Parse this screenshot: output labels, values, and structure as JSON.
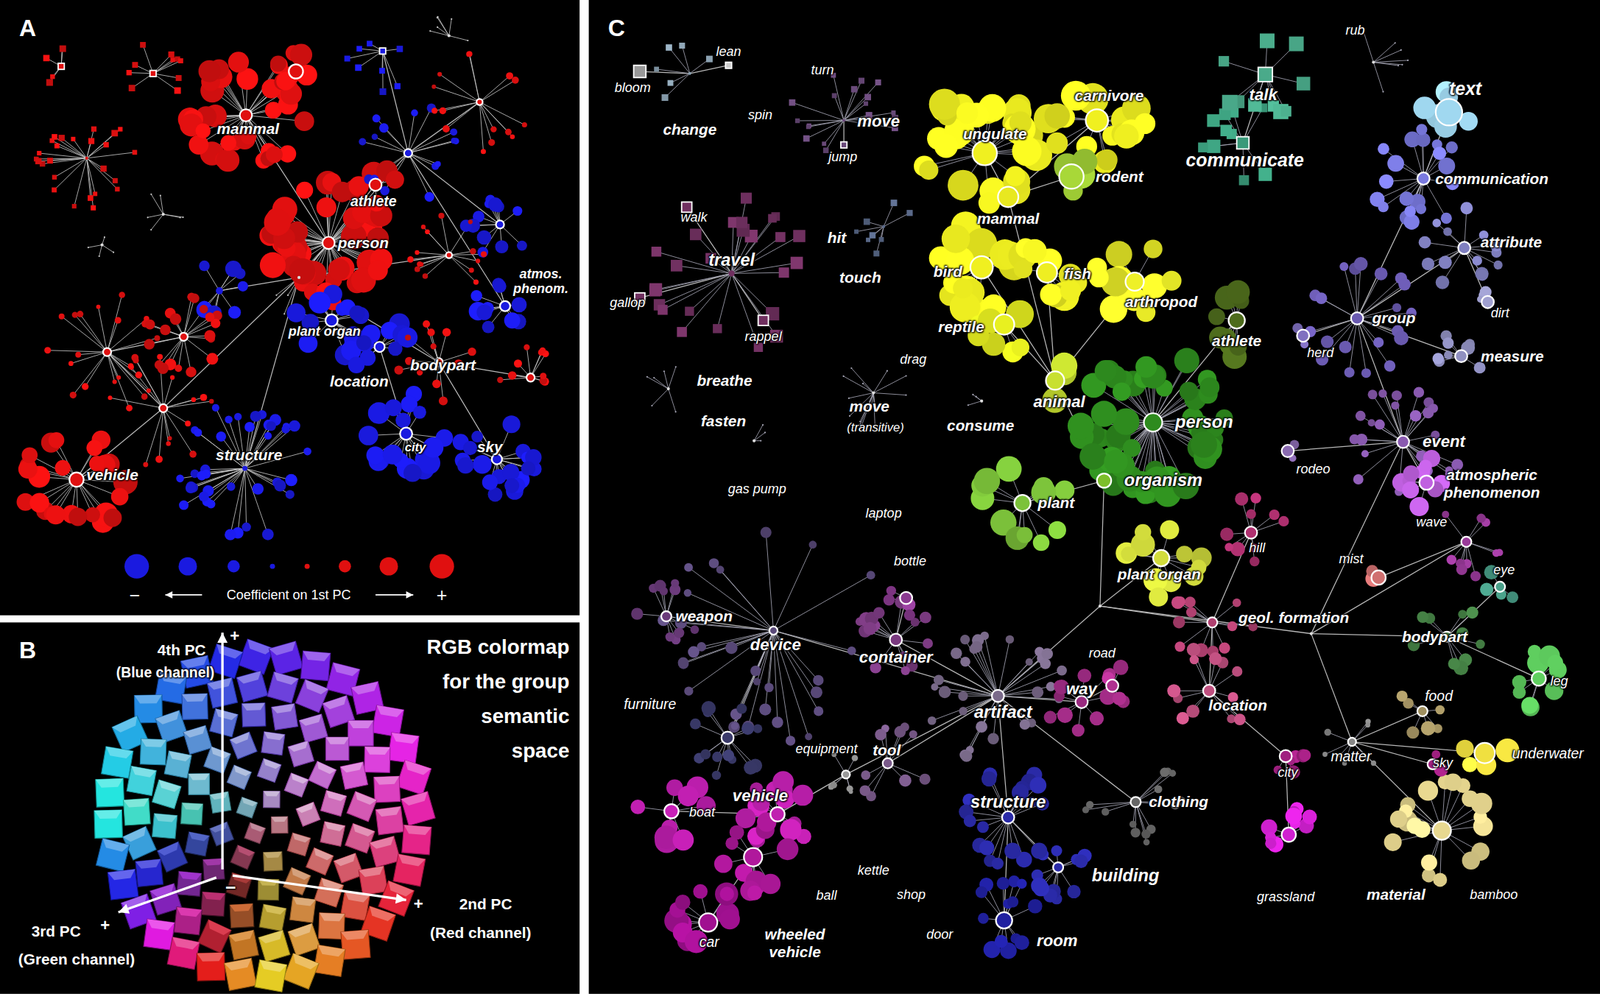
{
  "diagram": {
    "nodes": [
      {
        "text": [
          "A"
        ]
      },
      {
        "text": [
          "B"
        ]
      },
      {
        "text": [
          "C"
        ]
      }
    ],
    "labels": [
      "mammal",
      "athlete",
      "person",
      "atmos. phenom.",
      "plant organ",
      "bodypart",
      "location",
      "city",
      "sky",
      "structure",
      "vehicle",
      "−",
      "Coefficient on 1st PC",
      "+",
      "+",
      "4th PC",
      "(Blue channel)",
      "RGB colormap for the group semantic space",
      "−",
      "+",
      "2nd PC",
      "(Red channel)",
      "+",
      "3rd PC",
      "(Green channel)",
      "bloom",
      "lean",
      "change",
      "turn",
      "spin",
      "move",
      "jump",
      "carnivore",
      "talk",
      "rub",
      "text",
      "ungulate",
      "communicate",
      "rodent",
      "communication",
      "mammal",
      "walk",
      "hit",
      "attribute",
      "travel",
      "bird",
      "fish",
      "touch",
      "arthropod",
      "gallop",
      "dirt",
      "group",
      "reptile",
      "rappel",
      "athlete",
      "herd",
      "measure",
      "drag",
      "breathe",
      "animal",
      "fasten",
      "move",
      "(transitive)",
      "person",
      "consume",
      "event",
      "rodeo",
      "atmospheric phenomenon",
      "organism",
      "gas pump",
      "plant",
      "laptop",
      "wave",
      "hill",
      "mist",
      "bottle",
      "eye",
      "plant organ",
      "weapon",
      "geol. formation",
      "bodypart",
      "device",
      "road",
      "container",
      "leg",
      "way",
      "food",
      "furniture",
      "location",
      "artifact",
      "equipment",
      "tool",
      "matter",
      "underwater",
      "sky",
      "city",
      "vehicle",
      "structure",
      "clothing",
      "boat",
      "kettle",
      "building",
      "shop",
      "ball",
      "grassland",
      "material",
      "bamboo",
      "door",
      "room",
      "car",
      "wheeled vehicle"
    ]
  }
}
